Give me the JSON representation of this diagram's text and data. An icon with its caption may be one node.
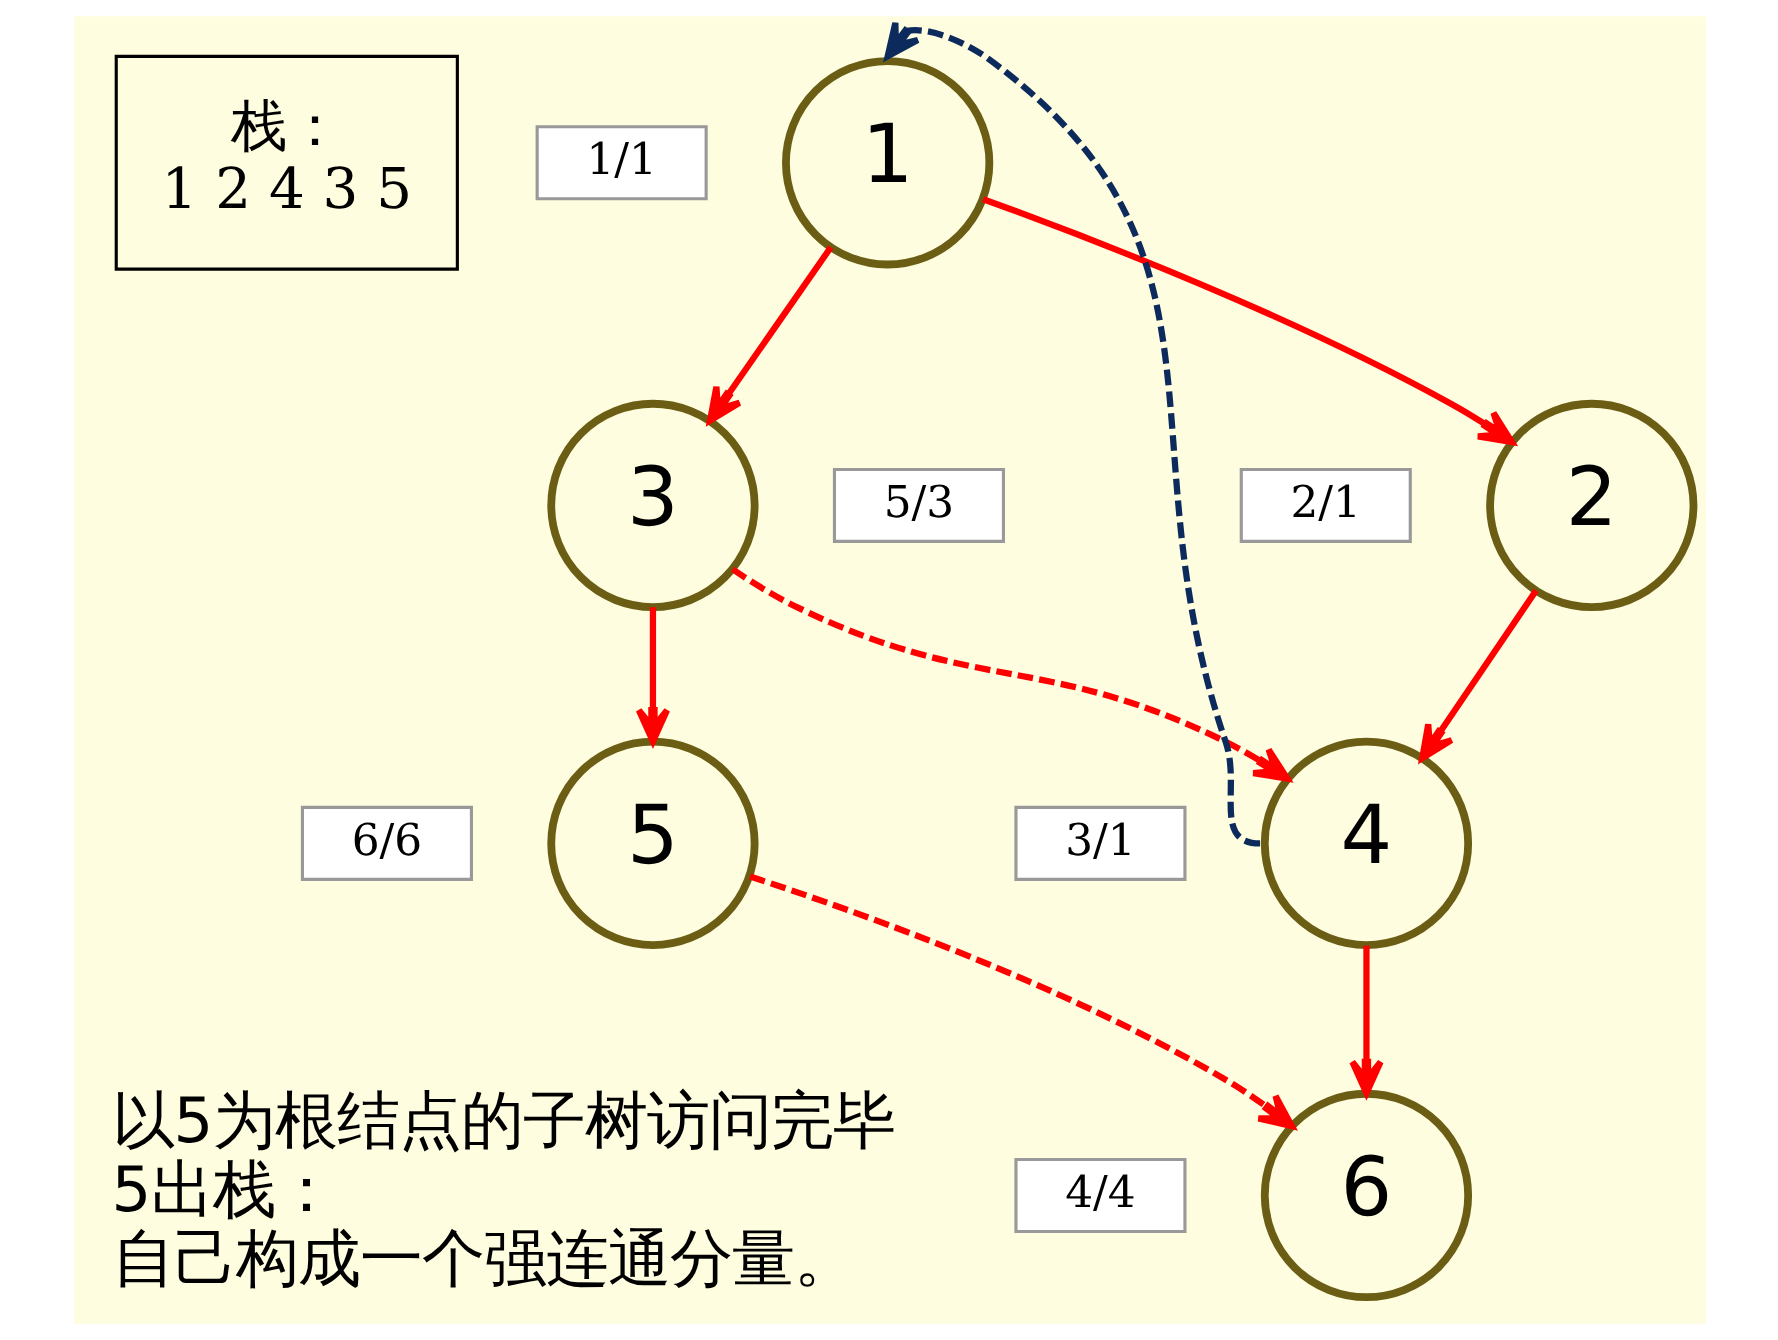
{
  "diagram": {
    "nodes": [
      {
        "text": [
          "栈：",
          "1 2 4 3 5"
        ]
      },
      {
        "text": [
          "1"
        ]
      },
      {
        "text": [
          "2"
        ]
      },
      {
        "text": [
          "3"
        ]
      },
      {
        "text": [
          "4"
        ]
      },
      {
        "text": [
          "5"
        ]
      },
      {
        "text": [
          "6"
        ]
      },
      {
        "text": [
          "1/1"
        ]
      },
      {
        "text": [
          "2/1"
        ]
      },
      {
        "text": [
          "5/3"
        ]
      },
      {
        "text": [
          "3/1"
        ]
      },
      {
        "text": [
          "6/6"
        ]
      },
      {
        "text": [
          "4/4"
        ]
      }
    ],
    "edges": [
      {
        "from": 1,
        "to": 2,
        "arrow": "to"
      },
      {
        "from": 1,
        "to": 3,
        "arrow": "to"
      },
      {
        "from": 2,
        "to": 4,
        "arrow": "to"
      },
      {
        "from": 3,
        "to": 4,
        "arrow": "to",
        "style": "dashed"
      },
      {
        "from": 3,
        "to": 5,
        "arrow": "to"
      },
      {
        "from": 4,
        "to": 6,
        "arrow": "to"
      },
      {
        "from": 5,
        "to": 6,
        "arrow": "to",
        "style": "dashed"
      },
      {
        "from": 4,
        "to": 1,
        "arrow": "to",
        "style": "dashed",
        "color": "#0d2a5c"
      }
    ],
    "labels": [
      "以5为根结点的子树访问完毕",
      "5出栈：",
      "自己构成一个强连通分量。"
    ]
  }
}
